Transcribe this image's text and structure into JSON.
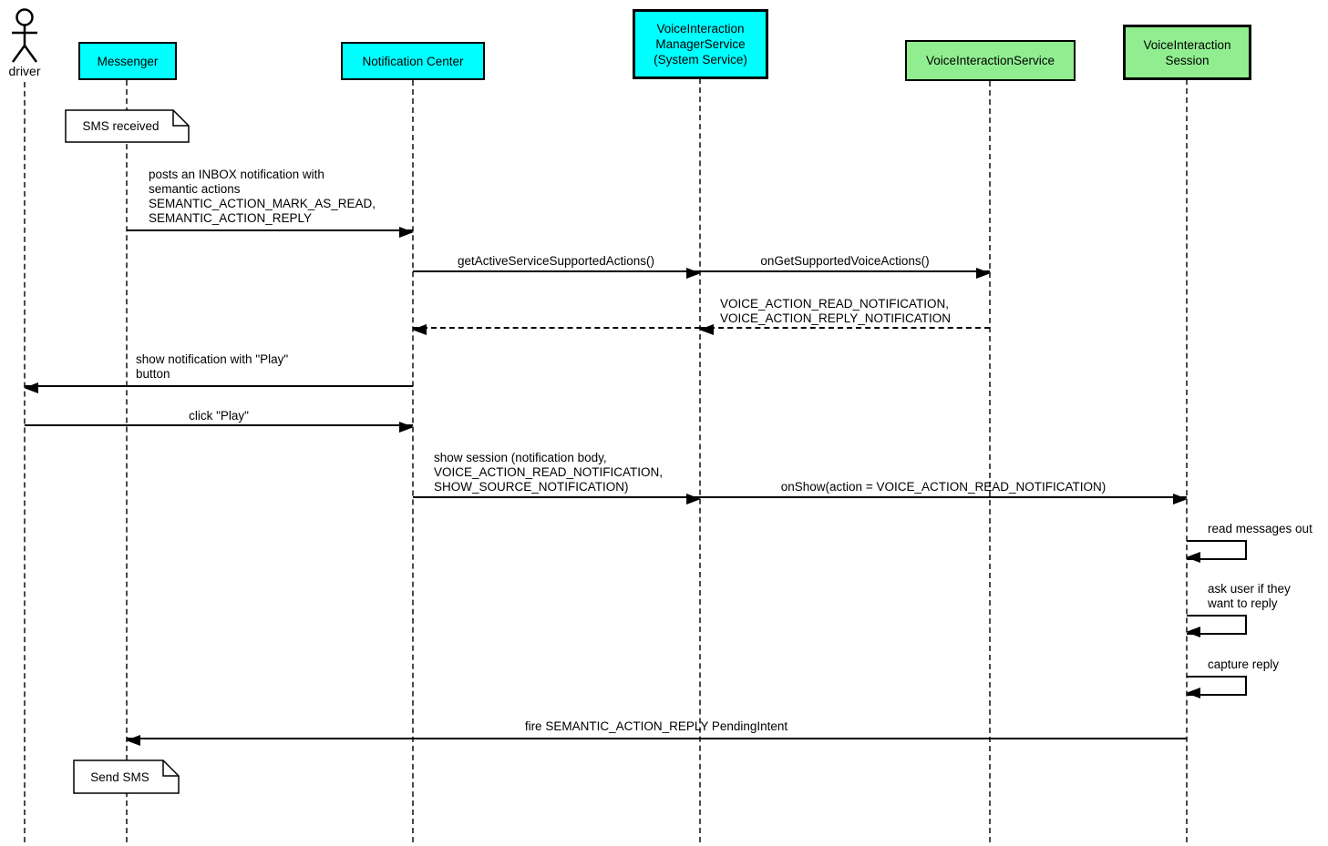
{
  "diagram": {
    "type": "uml-sequence",
    "colors": {
      "participant_cyan": "#00ffff",
      "participant_green": "#90ee90",
      "background": "#ffffff",
      "line": "#000000",
      "lifeline": "#4b4b4b"
    },
    "actors": [
      {
        "id": "driver",
        "kind": "actor",
        "label": "driver"
      },
      {
        "id": "messenger",
        "kind": "participant",
        "color": "#00ffff",
        "lines": [
          "Messenger"
        ]
      },
      {
        "id": "notification_center",
        "kind": "participant",
        "color": "#00ffff",
        "lines": [
          "Notification Center"
        ]
      },
      {
        "id": "voice_interaction_manager_service",
        "kind": "participant",
        "color": "#00ffff",
        "lines": [
          "VoiceInteraction",
          "ManagerService",
          "(System Service)"
        ]
      },
      {
        "id": "voice_interaction_service",
        "kind": "participant",
        "color": "#90ee90",
        "lines": [
          "VoiceInteractionService"
        ]
      },
      {
        "id": "voice_interaction_session",
        "kind": "participant",
        "color": "#90ee90",
        "lines": [
          "VoiceInteraction",
          "Session"
        ]
      }
    ],
    "notes": [
      {
        "id": "sms_received",
        "anchor": "messenger",
        "text": "SMS received"
      },
      {
        "id": "send_sms",
        "anchor": "messenger",
        "text": "Send SMS"
      }
    ],
    "messages": [
      {
        "from": "messenger",
        "to": "notification_center",
        "style": "solid",
        "lines": [
          "posts an INBOX notification with",
          "semantic actions",
          "SEMANTIC_ACTION_MARK_AS_READ,",
          "SEMANTIC_ACTION_REPLY"
        ]
      },
      {
        "from": "notification_center",
        "to": "voice_interaction_manager_service",
        "style": "solid",
        "lines": [
          "getActiveServiceSupportedActions()"
        ]
      },
      {
        "from": "voice_interaction_manager_service",
        "to": "voice_interaction_service",
        "style": "solid",
        "lines": [
          "onGetSupportedVoiceActions()"
        ]
      },
      {
        "from": "voice_interaction_service",
        "to": "voice_interaction_manager_service",
        "style": "dashed",
        "lines": [
          "VOICE_ACTION_READ_NOTIFICATION,",
          "VOICE_ACTION_REPLY_NOTIFICATION"
        ]
      },
      {
        "from": "voice_interaction_manager_service",
        "to": "notification_center",
        "style": "dashed",
        "lines": []
      },
      {
        "from": "notification_center",
        "to": "driver",
        "style": "solid",
        "lines": [
          "show notification with \"Play\"",
          "button"
        ]
      },
      {
        "from": "driver",
        "to": "notification_center",
        "style": "solid",
        "lines": [
          "click \"Play\""
        ]
      },
      {
        "from": "notification_center",
        "to": "voice_interaction_manager_service",
        "style": "solid",
        "lines": [
          "show session (notification body,",
          "VOICE_ACTION_READ_NOTIFICATION,",
          "SHOW_SOURCE_NOTIFICATION)"
        ]
      },
      {
        "from": "voice_interaction_manager_service",
        "to": "voice_interaction_session",
        "style": "solid",
        "lines": [
          "onShow(action = VOICE_ACTION_READ_NOTIFICATION)"
        ]
      },
      {
        "self": "voice_interaction_session",
        "style": "solid",
        "lines": [
          "read messages out"
        ]
      },
      {
        "self": "voice_interaction_session",
        "style": "solid",
        "lines": [
          "ask user if they",
          "want to reply"
        ]
      },
      {
        "self": "voice_interaction_session",
        "style": "solid",
        "lines": [
          "capture reply"
        ]
      },
      {
        "from": "voice_interaction_session",
        "to": "messenger",
        "style": "solid",
        "lines": [
          "fire SEMANTIC_ACTION_REPLY PendingIntent"
        ]
      }
    ]
  }
}
